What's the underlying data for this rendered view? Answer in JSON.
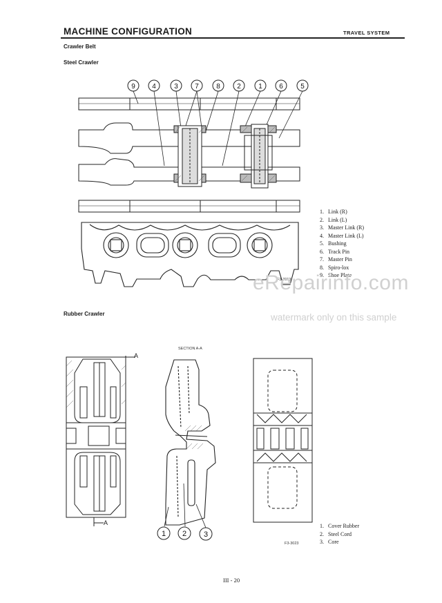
{
  "header": {
    "title": "MACHINE CONFIGURATION",
    "section": "TRAVEL SYSTEM"
  },
  "subheading": "Crawler Belt",
  "steel": {
    "heading": "Steel Crawler",
    "callouts": [
      "9",
      "4",
      "3",
      "7",
      "8",
      "2",
      "1",
      "6",
      "5"
    ],
    "figure_code": "F3-3013",
    "legend": [
      {
        "num": "1.",
        "label": "Link (R)"
      },
      {
        "num": "2.",
        "label": "Link (L)"
      },
      {
        "num": "3.",
        "label": "Master Link (R)"
      },
      {
        "num": "4.",
        "label": "Master Link (L)"
      },
      {
        "num": "5.",
        "label": "Bushing"
      },
      {
        "num": "6.",
        "label": "Track Pin"
      },
      {
        "num": "7.",
        "label": "Master Pin"
      },
      {
        "num": "8.",
        "label": "Spiro-lox"
      },
      {
        "num": "9.",
        "label": "Shoe Plate"
      }
    ]
  },
  "rubber": {
    "heading": "Rubber Crawler",
    "section_label": "SECTION A-A",
    "section_mark": "A",
    "callouts": [
      "1",
      "2",
      "3"
    ],
    "figure_code": "F3-3023",
    "legend": [
      {
        "num": "1.",
        "label": "Cover Rubber"
      },
      {
        "num": "2.",
        "label": "Steel Cord"
      },
      {
        "num": "3.",
        "label": "Core"
      }
    ]
  },
  "watermark": {
    "brand": "eRepairinfo.com",
    "note": "watermark only on this sample"
  },
  "page_number": "III - 20"
}
